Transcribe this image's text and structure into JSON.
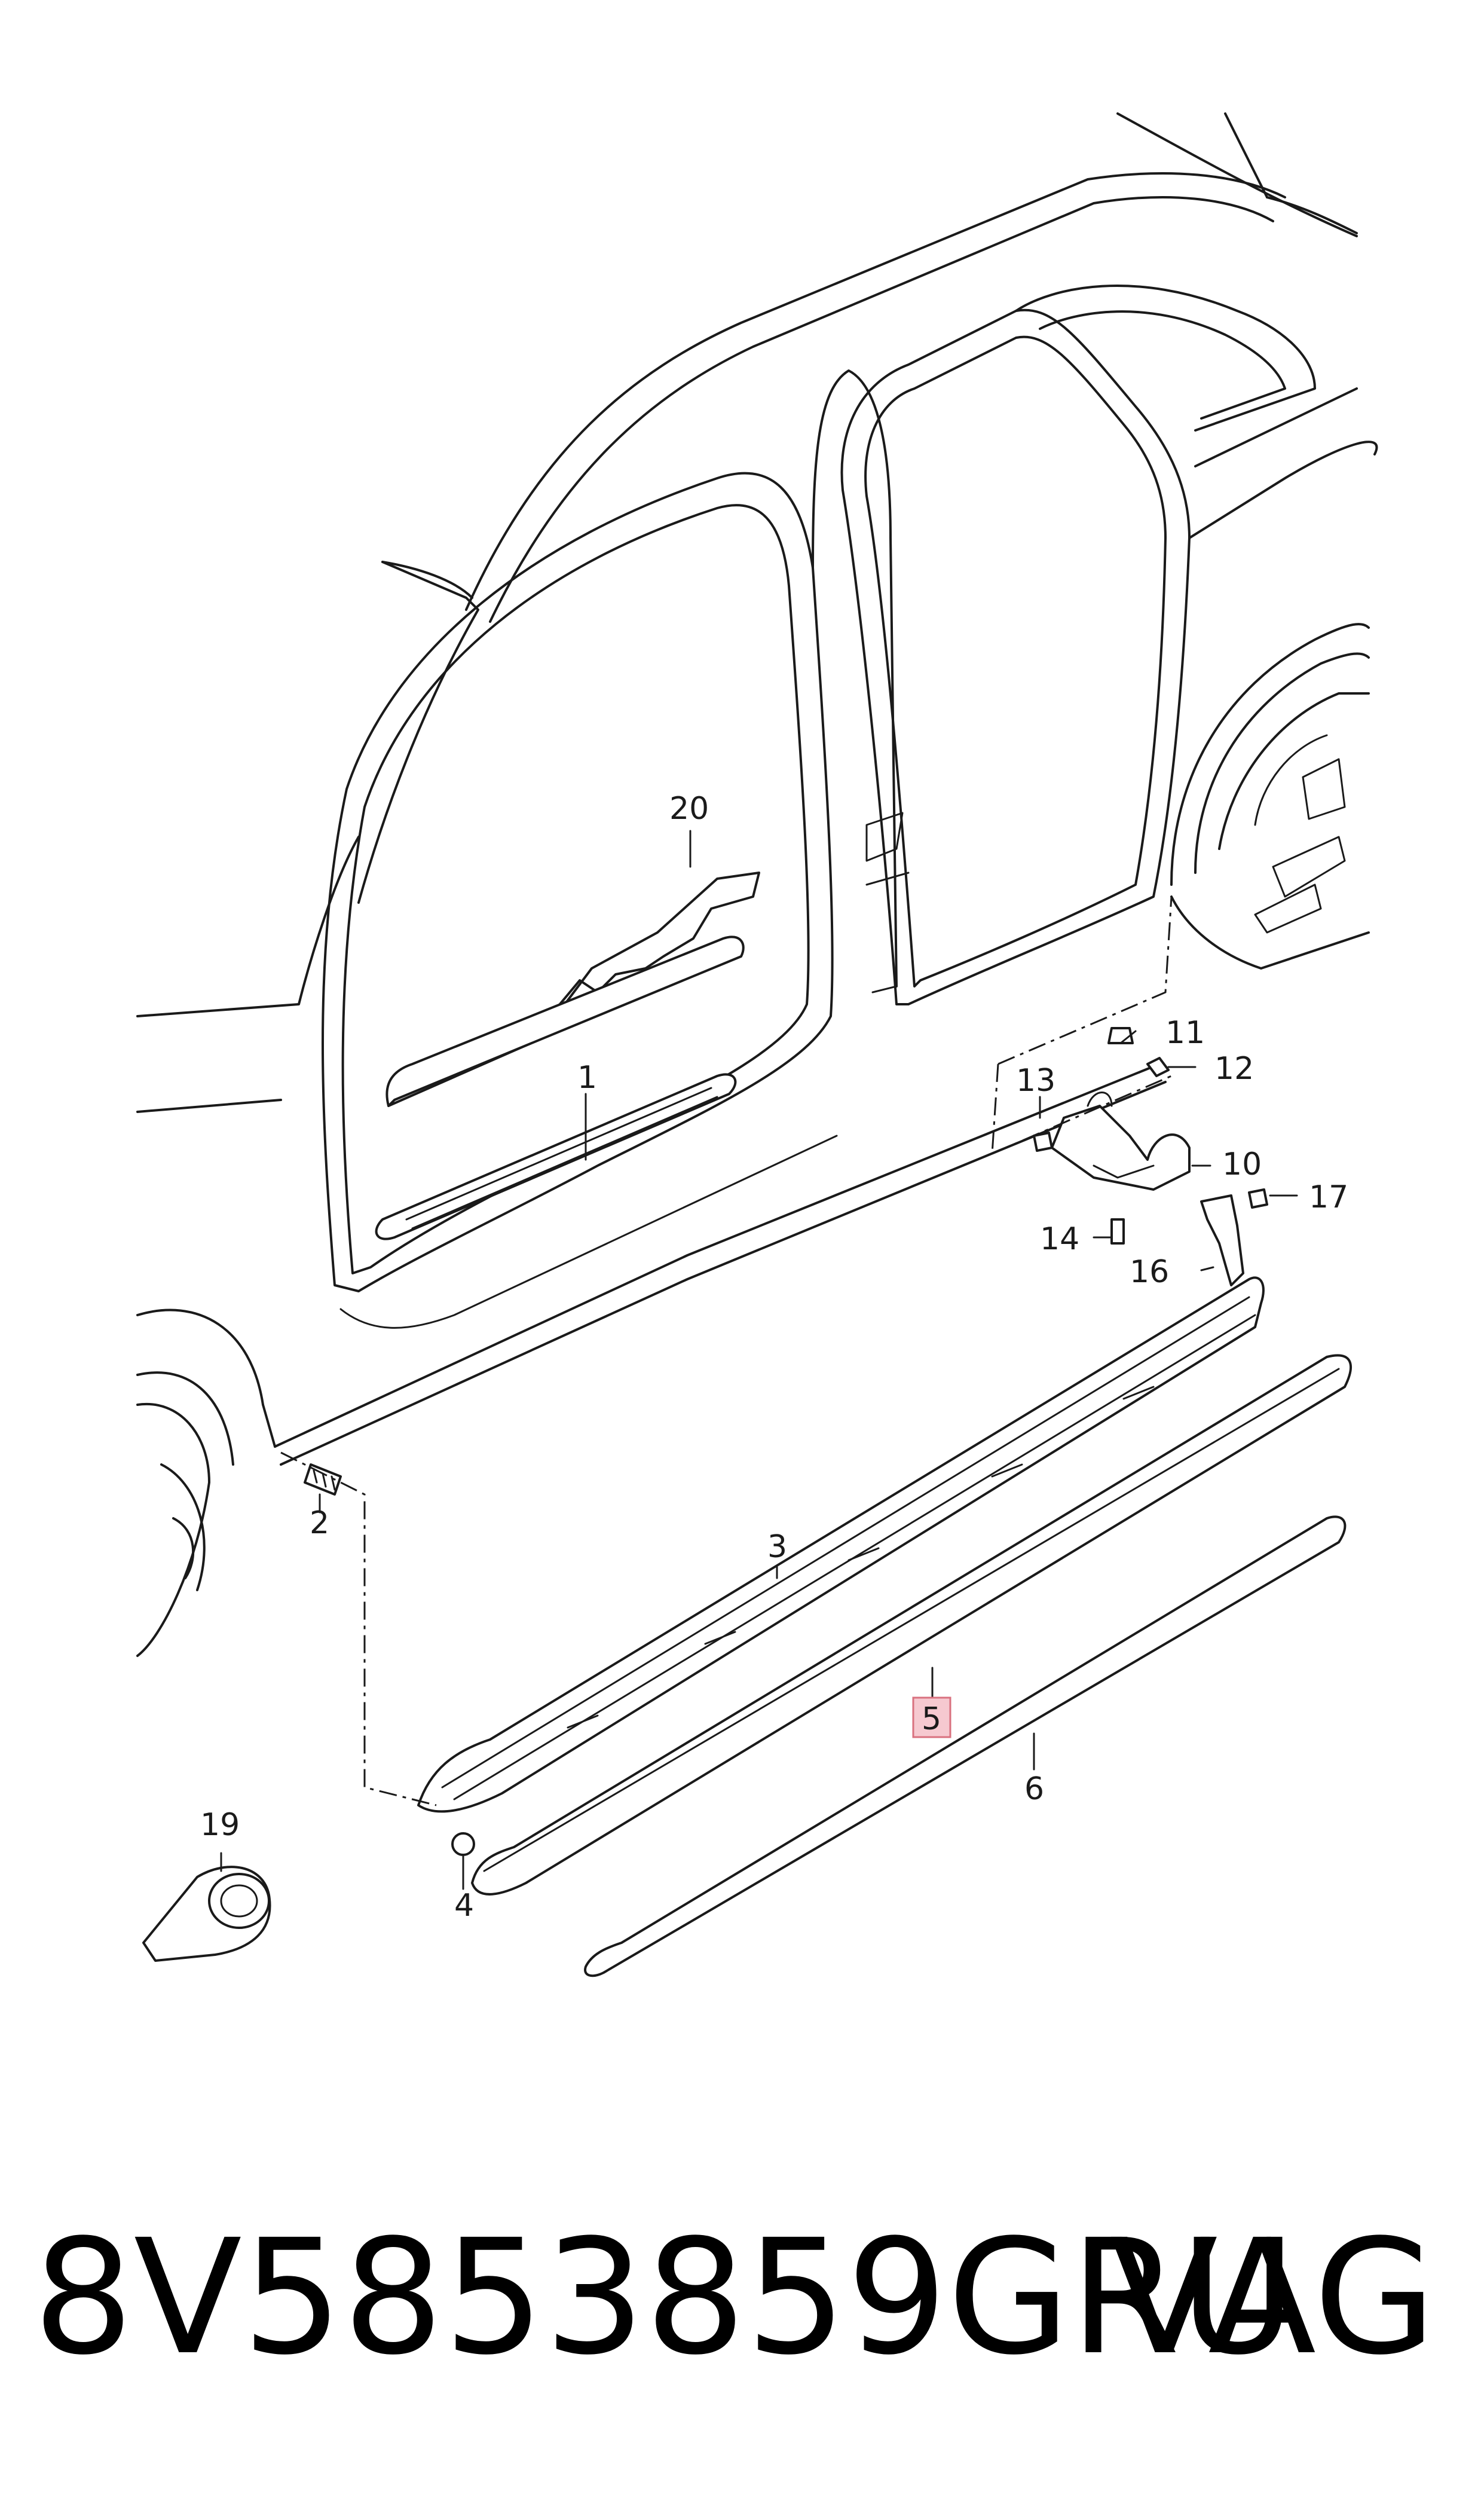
{
  "callouts": {
    "c1": "1",
    "c2": "2",
    "c3": "3",
    "c4": "4",
    "c5": "5",
    "c6": "6",
    "c10": "10",
    "c11": "11",
    "c12": "12",
    "c13": "13",
    "c14": "14",
    "c16": "16",
    "c17": "17",
    "c19": "19",
    "c20": "20"
  },
  "highlight": {
    "callout": "5",
    "color": "#f6c9d0",
    "border": "#d9717f"
  },
  "footer": {
    "part_number": "8V5853859GRU",
    "brand": "VAG"
  }
}
